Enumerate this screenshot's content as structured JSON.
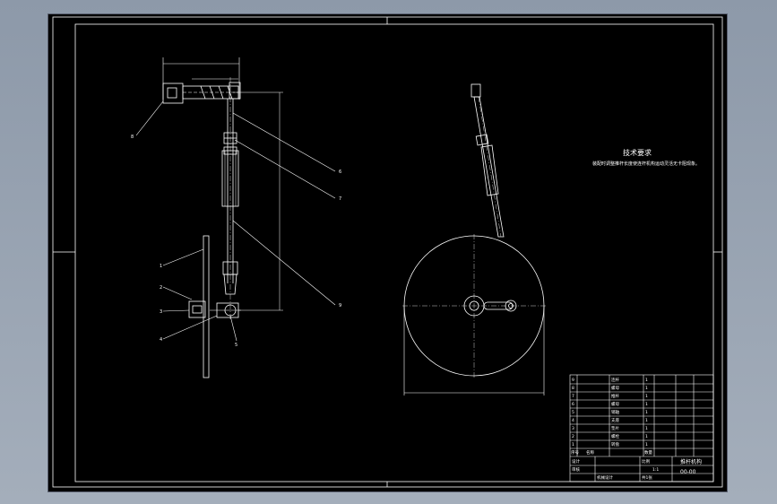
{
  "colors": {
    "background": "#8d99a9",
    "sheet": "#000000",
    "line": "#ffffff"
  },
  "technical_requirements": {
    "title": "技术要求",
    "text": "装配时调整推杆长度使连杆机构运动灵活无卡阻现象。"
  },
  "part_callouts": [
    "1",
    "2",
    "3",
    "4",
    "5",
    "6",
    "7",
    "8",
    "9"
  ],
  "bom_rows": [
    {
      "no": "9",
      "name": "连杆",
      "qty": "1"
    },
    {
      "no": "8",
      "name": "螺母",
      "qty": "1"
    },
    {
      "no": "7",
      "name": "推杆",
      "qty": "1"
    },
    {
      "no": "6",
      "name": "螺母",
      "qty": "1"
    },
    {
      "no": "5",
      "name": "销轴",
      "qty": "1"
    },
    {
      "no": "4",
      "name": "支座",
      "qty": "1"
    },
    {
      "no": "3",
      "name": "垫片",
      "qty": "1"
    },
    {
      "no": "2",
      "name": "螺栓",
      "qty": "1"
    },
    {
      "no": "1",
      "name": "转盘",
      "qty": "1"
    }
  ],
  "title_block": {
    "header_no": "序号",
    "header_name": "名称",
    "header_qty": "数量",
    "drawing_name": "推杆机构",
    "drawing_no": "00-00",
    "scale_label": "比例",
    "scale": "1:1",
    "sheet_label": "共1张",
    "designer_label": "设计",
    "check_label": "审核",
    "school": "机械设计"
  }
}
